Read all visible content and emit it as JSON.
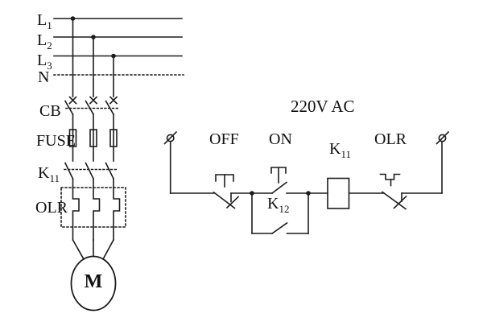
{
  "diagram": {
    "kind": "motor-starter-circuit-schematic",
    "colors": {
      "line": "#1c1c1c",
      "text": "#111111",
      "background": "#ffffff"
    },
    "icons": {
      "terminal": "small-circle-with-diagonal-slash",
      "breaker_pole": "blade-with-x-mark",
      "junction": "filled-dot"
    }
  },
  "power": {
    "l1": {
      "base": "L",
      "sub": "1"
    },
    "l2": {
      "base": "L",
      "sub": "2"
    },
    "l3": {
      "base": "L",
      "sub": "3"
    },
    "n": "N",
    "cb": "CB",
    "fuse": "FUSE",
    "k11": {
      "base": "K",
      "sub": "11"
    },
    "olr": "OLR",
    "motor": "M"
  },
  "control": {
    "voltage": "220V AC",
    "off": "OFF",
    "on": "ON",
    "k11_coil": {
      "base": "K",
      "sub": "11"
    },
    "k12": {
      "base": "K",
      "sub": "12"
    },
    "olr": "OLR"
  }
}
